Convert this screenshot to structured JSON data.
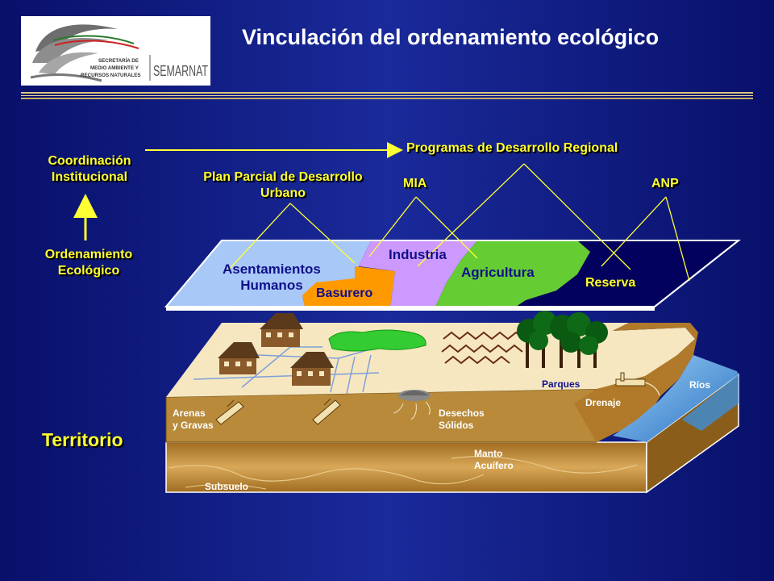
{
  "slide": {
    "title": "Vinculación del ordenamiento ecológico"
  },
  "logo": {
    "org_line1": "SECRETARÍA DE",
    "org_line2": "MEDIO AMBIENTE Y",
    "org_line3": "RECURSOS NATURALES",
    "brand": "SEMARNAT"
  },
  "labels": {
    "coordinacion_1": "Coordinación",
    "coordinacion_2": "Institucional",
    "ordenamiento_1": "Ordenamiento",
    "ordenamiento_2": "Ecológico",
    "programas": "Programas de Desarrollo Regional",
    "plan_1": "Plan Parcial de Desarrollo",
    "plan_2": "Urbano",
    "mia": "MIA",
    "anp": "ANP",
    "territorio": "Territorio"
  },
  "zones": {
    "asentamientos_1": "Asentamientos",
    "asentamientos_2": "Humanos",
    "basurero": "Basurero",
    "industria": "Industria",
    "agricultura": "Agricultura",
    "reserva": "Reserva"
  },
  "terrain": {
    "parques": "Parques",
    "rios": "Ríos",
    "drenaje": "Drenaje",
    "arenas_1": "Arenas",
    "arenas_2": "y Gravas",
    "desechos_1": "Desechos",
    "desechos_2": "Sólidos",
    "manto_1": "Manto",
    "manto_2": "Acuífero",
    "subsuelo": "Subsuelo"
  },
  "colors": {
    "background": "#0f1c85",
    "label_yellow": "#ffff33",
    "asentamientos": "#a8c8f8",
    "basurero": "#ff9900",
    "industria": "#cc99ff",
    "agricultura": "#66cc33",
    "reserva": "#000066",
    "sand": "#f6e7c1",
    "soil": "#b07a2a",
    "water": "#3d8fd8"
  }
}
